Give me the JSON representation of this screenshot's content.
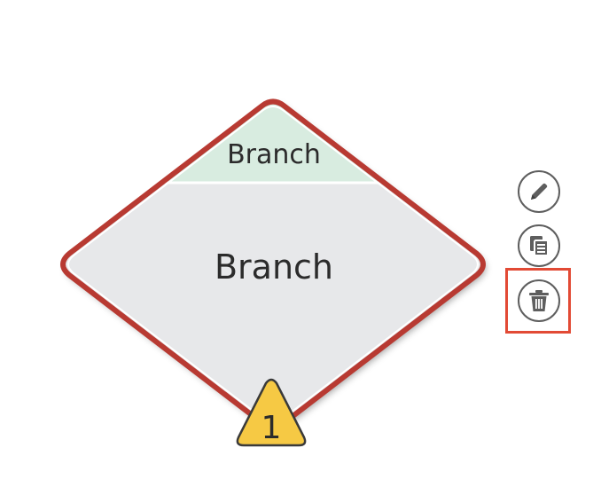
{
  "node": {
    "header_label": "Branch",
    "body_label": "Branch",
    "warning_count": "1",
    "colors": {
      "border": "#b83a32",
      "body_fill": "#e7e8ea",
      "header_fill": "#d8ece0",
      "warning_fill": "#f6c944",
      "warning_stroke": "#3a3a3a"
    }
  },
  "actions": {
    "edit": {
      "icon": "pencil-icon"
    },
    "copy": {
      "icon": "copy-icon"
    },
    "delete": {
      "icon": "trash-icon",
      "highlighted": true,
      "highlight_color": "#e24a35"
    }
  }
}
